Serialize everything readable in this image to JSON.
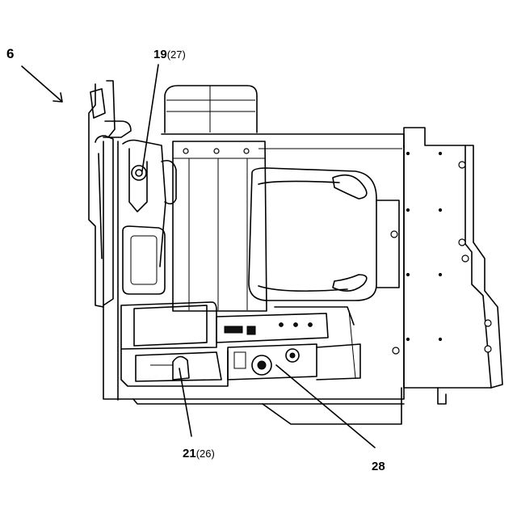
{
  "figure": {
    "view_label": "6",
    "callouts": [
      {
        "id": "c19",
        "number": "19",
        "alt": "(27)"
      },
      {
        "id": "c21",
        "number": "21",
        "alt": "(26)"
      },
      {
        "id": "c28",
        "number": "28",
        "alt": ""
      }
    ]
  }
}
